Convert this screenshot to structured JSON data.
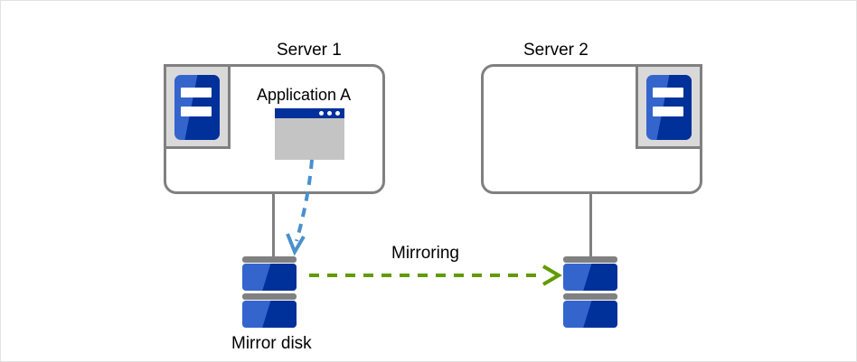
{
  "diagram": {
    "type": "mirror-disk-cluster-diagram",
    "background_color": "#ffffff",
    "frame_border_color": "#e2e2e2",
    "accent_colors": {
      "server_outline": "#808080",
      "icon_blue_light": "#3465cc",
      "icon_blue_dark": "#00309a",
      "icon_frame_fill": "#d9d9d9",
      "app_window_body": "#c4c4c4",
      "mirroring_arrow": "#619b00",
      "write_arrow": "#4a90cc"
    }
  },
  "servers": [
    {
      "id": "server-1",
      "title": "Server 1",
      "icon": "server-rack-icon",
      "icon_position": "top-left",
      "application": {
        "label": "Application A",
        "icon": "application-window-icon",
        "window_dots": 3
      }
    },
    {
      "id": "server-2",
      "title": "Server 2",
      "icon": "server-rack-icon",
      "icon_position": "top-right",
      "application": null
    }
  ],
  "disks": [
    {
      "id": "disk-primary",
      "label": "Mirror disk",
      "icon": "disk-stack-icon",
      "units": 2
    },
    {
      "id": "disk-secondary",
      "label": "",
      "icon": "disk-stack-icon",
      "units": 2
    }
  ],
  "arrows": [
    {
      "id": "write-arrow",
      "label": "",
      "style": "dashed",
      "color": "#4a90cc",
      "from": "application-a",
      "to": "disk-primary"
    },
    {
      "id": "mirroring-arrow",
      "label": "Mirroring",
      "style": "dashed",
      "color": "#619b00",
      "from": "disk-primary",
      "to": "disk-secondary"
    }
  ]
}
